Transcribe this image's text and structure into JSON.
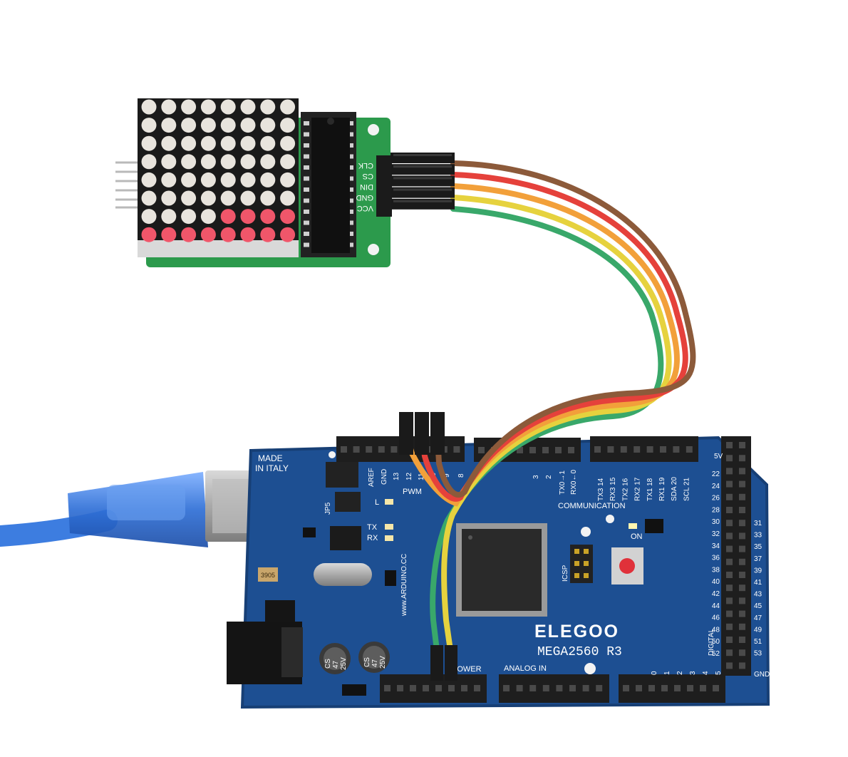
{
  "matrix_module": {
    "pin_labels": [
      "CLK",
      "CS",
      "DIN",
      "GND",
      "VCC"
    ],
    "led_rows": [
      "00000000",
      "00000000",
      "00000000",
      "00000000",
      "00000000",
      "00000000",
      "00001111",
      "11111111"
    ]
  },
  "board": {
    "made_in": [
      "MADE",
      "IN ITALY"
    ],
    "brand": "ELEGOO",
    "model": "MEGA2560 R3",
    "website": "www.ARDUINO.CC",
    "top_pins_pwm": [
      "AREF",
      "GND",
      "13",
      "12",
      "11",
      "10",
      "9",
      "8"
    ],
    "pwm_label": "PWM",
    "top_pins_low": [
      "3",
      "2",
      "TX0→1",
      "RX0←0"
    ],
    "communication_pins": [
      "TX3 14",
      "RX3 15",
      "TX2 16",
      "RX2 17",
      "TX1 18",
      "RX1 19",
      "SDA 20",
      "SCL 21"
    ],
    "communication_label": "COMMUNICATION",
    "led_labels": {
      "l": "L",
      "tx": "TX",
      "rx": "RX",
      "on": "ON"
    },
    "jumper_label": "JP5",
    "icsp_label": "ICSP",
    "chip_marking": "3905",
    "capacitor_marking": [
      "CS",
      "47",
      "25V"
    ],
    "power_label": "POWER",
    "analog_label": "ANALOG IN",
    "analog_pins": [
      "0",
      "1",
      "2",
      "3",
      "4",
      "5"
    ],
    "digital_label": "DIGITAL",
    "digital_pins_even": [
      "22",
      "24",
      "26",
      "28",
      "30",
      "32",
      "34",
      "36",
      "38",
      "40",
      "42",
      "44",
      "46",
      "48",
      "50",
      "52"
    ],
    "digital_pins_odd": [
      "31",
      "33",
      "35",
      "37",
      "39",
      "41",
      "43",
      "45",
      "47",
      "49",
      "51",
      "53"
    ],
    "five_v_label": "5V",
    "gnd_label": "GND"
  },
  "colors": {
    "board": "#1d4f92",
    "board_edge": "#173f75",
    "matrix_pcb": "#2c9a4c",
    "led_off": "#e8e4dd",
    "led_on": "#f0566a",
    "usb_cable": "#3d7de0",
    "wires": {
      "brown": "#8c5a3a",
      "red": "#e5413b",
      "orange": "#f2a03a",
      "yellow": "#e6d23e",
      "green": "#39a86a"
    }
  }
}
